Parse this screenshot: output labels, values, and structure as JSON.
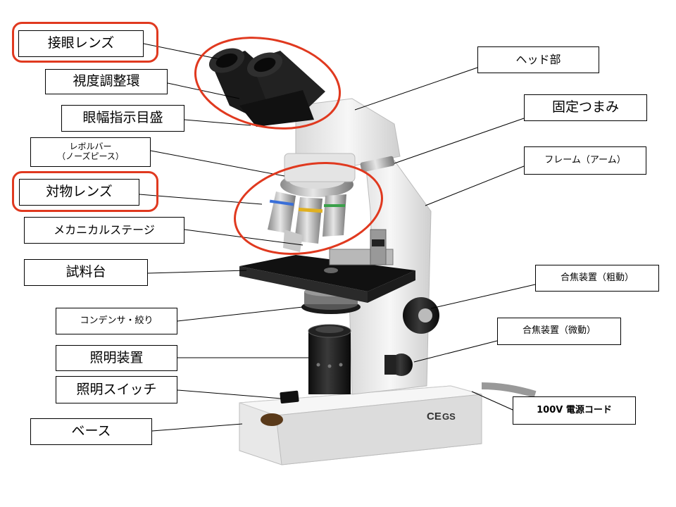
{
  "labels": {
    "eyepiece": "接眼レンズ",
    "diopter_ring": "視度調整環",
    "ipd_scale": "眼幅指示目盛",
    "revolver_line1": "レボルバー",
    "revolver_line2": "（ノーズピース）",
    "objective": "対物レンズ",
    "mech_stage": "メカニカルステージ",
    "stage": "試料台",
    "condenser": "コンデンサ・絞り",
    "illuminator": "照明装置",
    "light_switch": "照明スイッチ",
    "base": "ベース",
    "head": "ヘッド部",
    "lock_knob": "固定つまみ",
    "arm": "フレーム（アーム）",
    "coarse_focus": "合焦装置（粗動）",
    "fine_focus": "合焦装置（微動）",
    "power_cord": "100V 電源コード"
  },
  "colors": {
    "highlight": "#e0391f",
    "body_white": "#eeeeee",
    "black": "#1a1a1a"
  },
  "icons": {
    "ce_mark": "CE",
    "gs_mark": "GS",
    "brand_badge": "brand-logo-icon"
  }
}
